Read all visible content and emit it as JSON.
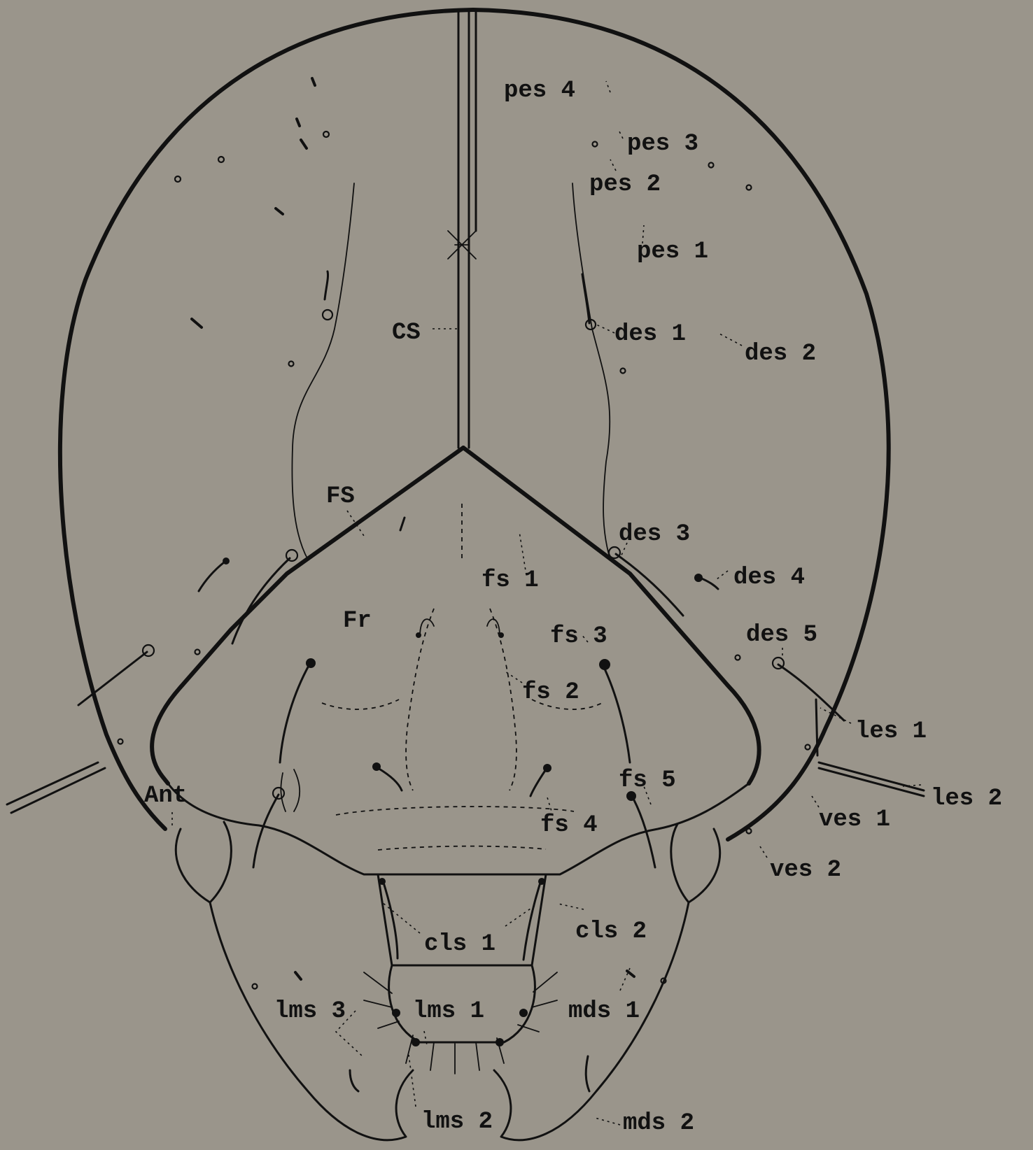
{
  "labels": {
    "pes4": "pes 4",
    "pes3": "pes 3",
    "pes2": "pes 2",
    "pes1": "pes 1",
    "cs": "CS",
    "des1": "des 1",
    "des2": "des 2",
    "fs_suture": "FS",
    "des3": "des 3",
    "fs1": "fs 1",
    "des4": "des 4",
    "fr": "Fr",
    "fs3": "fs 3",
    "des5": "des 5",
    "fs2": "fs 2",
    "les1": "les 1",
    "fs5": "fs 5",
    "ant": "Ant",
    "les2": "les 2",
    "ves1": "ves 1",
    "fs4": "fs 4",
    "ves2": "ves 2",
    "cls1": "cls 1",
    "cls2": "cls 2",
    "lms3": "lms 3",
    "lms1": "lms 1",
    "mds1": "mds 1",
    "lms2": "lms 2",
    "mds2": "mds 2"
  }
}
